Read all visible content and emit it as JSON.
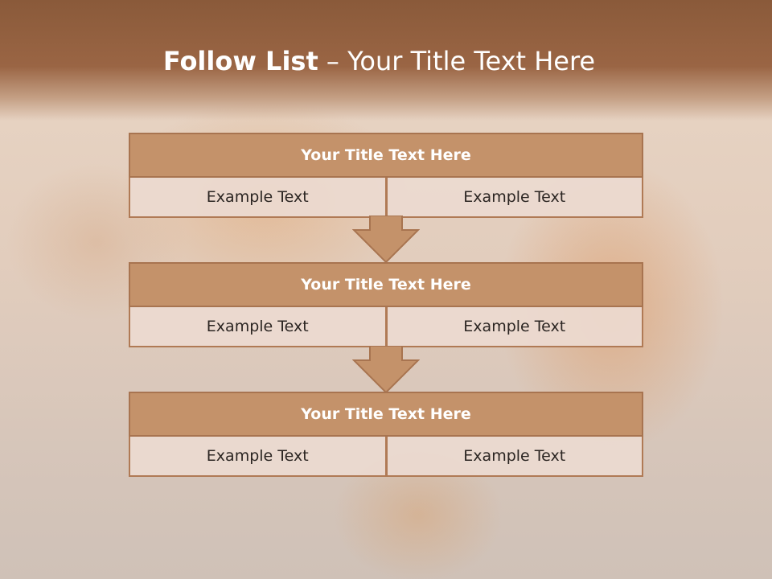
{
  "header": {
    "title_bold": "Follow List",
    "title_rest": " – Your Title Text Here"
  },
  "steps": [
    {
      "title": "Your Title Text Here",
      "left": "Example Text",
      "right": "Example Text"
    },
    {
      "title": "Your Title Text Here",
      "left": "Example Text",
      "right": "Example Text"
    },
    {
      "title": "Your Title Text Here",
      "left": "Example Text",
      "right": "Example Text"
    }
  ],
  "colors": {
    "header": "#8a5a3a",
    "box_title": "#c4926a",
    "box_border": "#a87450",
    "arrow": "#c4926a"
  }
}
